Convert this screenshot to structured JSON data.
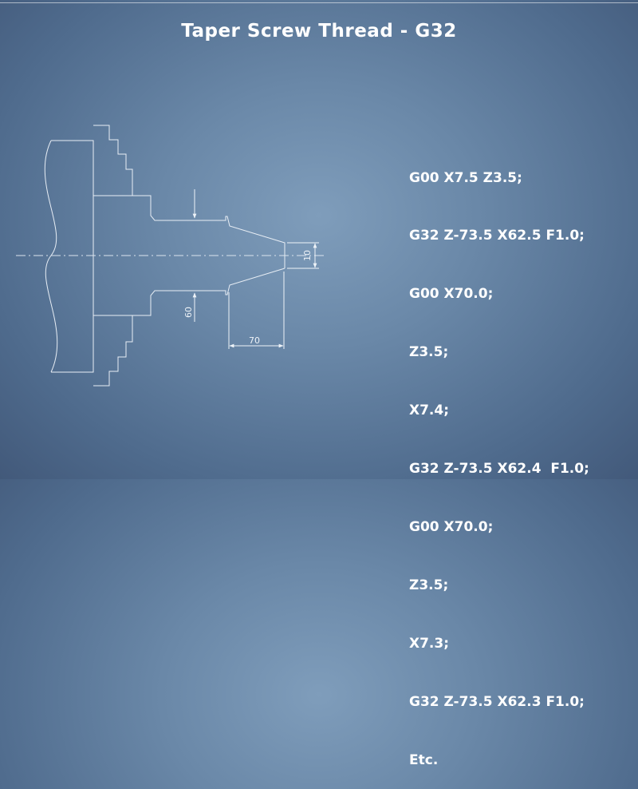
{
  "title": "Taper Screw Thread - G32",
  "dimensions": {
    "length": "70",
    "diameter": "60",
    "tip": "10"
  },
  "program": {
    "lines": [
      "G00 X7.5 Z3.5;",
      "G32 Z-73.5 X62.5 F1.0;",
      "G00 X70.0;",
      "Z3.5;",
      "X7.4;",
      "G32 Z-73.5 X62.4  F1.0;",
      "G00 X70.0;",
      "Z3.5;",
      "X7.3;",
      "G32 Z-73.5 X62.3 F1.0;",
      "Etc."
    ]
  }
}
